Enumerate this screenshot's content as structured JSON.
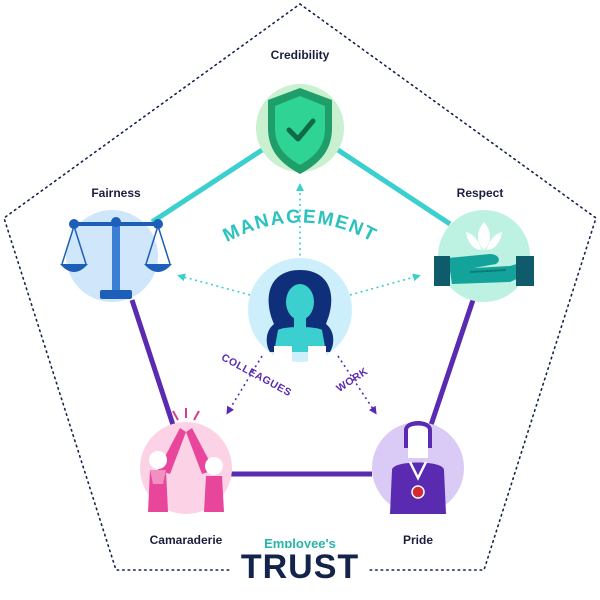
{
  "nodes": {
    "credibility": "Credibility",
    "fairness": "Fairness",
    "respect": "Respect",
    "camaraderie": "Camaraderie",
    "pride": "Pride"
  },
  "center": {
    "management": "MANAGEMENT",
    "colleagues": "COLLEAGUES",
    "work": "WORK"
  },
  "footer": {
    "subtitle": "Employee's",
    "title": "TRUST"
  },
  "colors": {
    "teal": "#3ccfcf",
    "purple": "#5a2bb0",
    "navy": "#13234a",
    "credibility_bg": "#c9f1cf",
    "fairness_bg": "#cfe6fb",
    "respect_bg": "#bdf2e2",
    "camaraderie_bg": "#fcd3e6",
    "pride_bg": "#dacbf6",
    "center_bg": "#cdeffb"
  }
}
